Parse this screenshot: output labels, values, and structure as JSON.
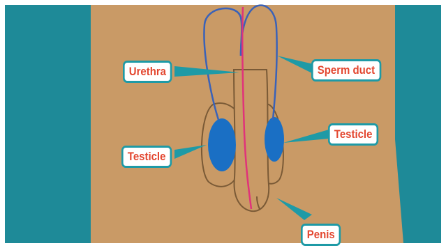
{
  "diagram": {
    "labels": {
      "urethra": "Urethra",
      "sperm_duct": "Sperm duct",
      "testicle_left": "Testicle",
      "testicle_right": "Testicle",
      "penis": "Penis"
    },
    "colors": {
      "background": "#1e8a98",
      "skin": "#c99a66",
      "outline": "#7a5a36",
      "duct": "#3a62b8",
      "urethra_line": "#e0337a",
      "testicle": "#1a6fc4",
      "label_border": "#1e9aa6",
      "label_text": "#e3462f"
    }
  }
}
